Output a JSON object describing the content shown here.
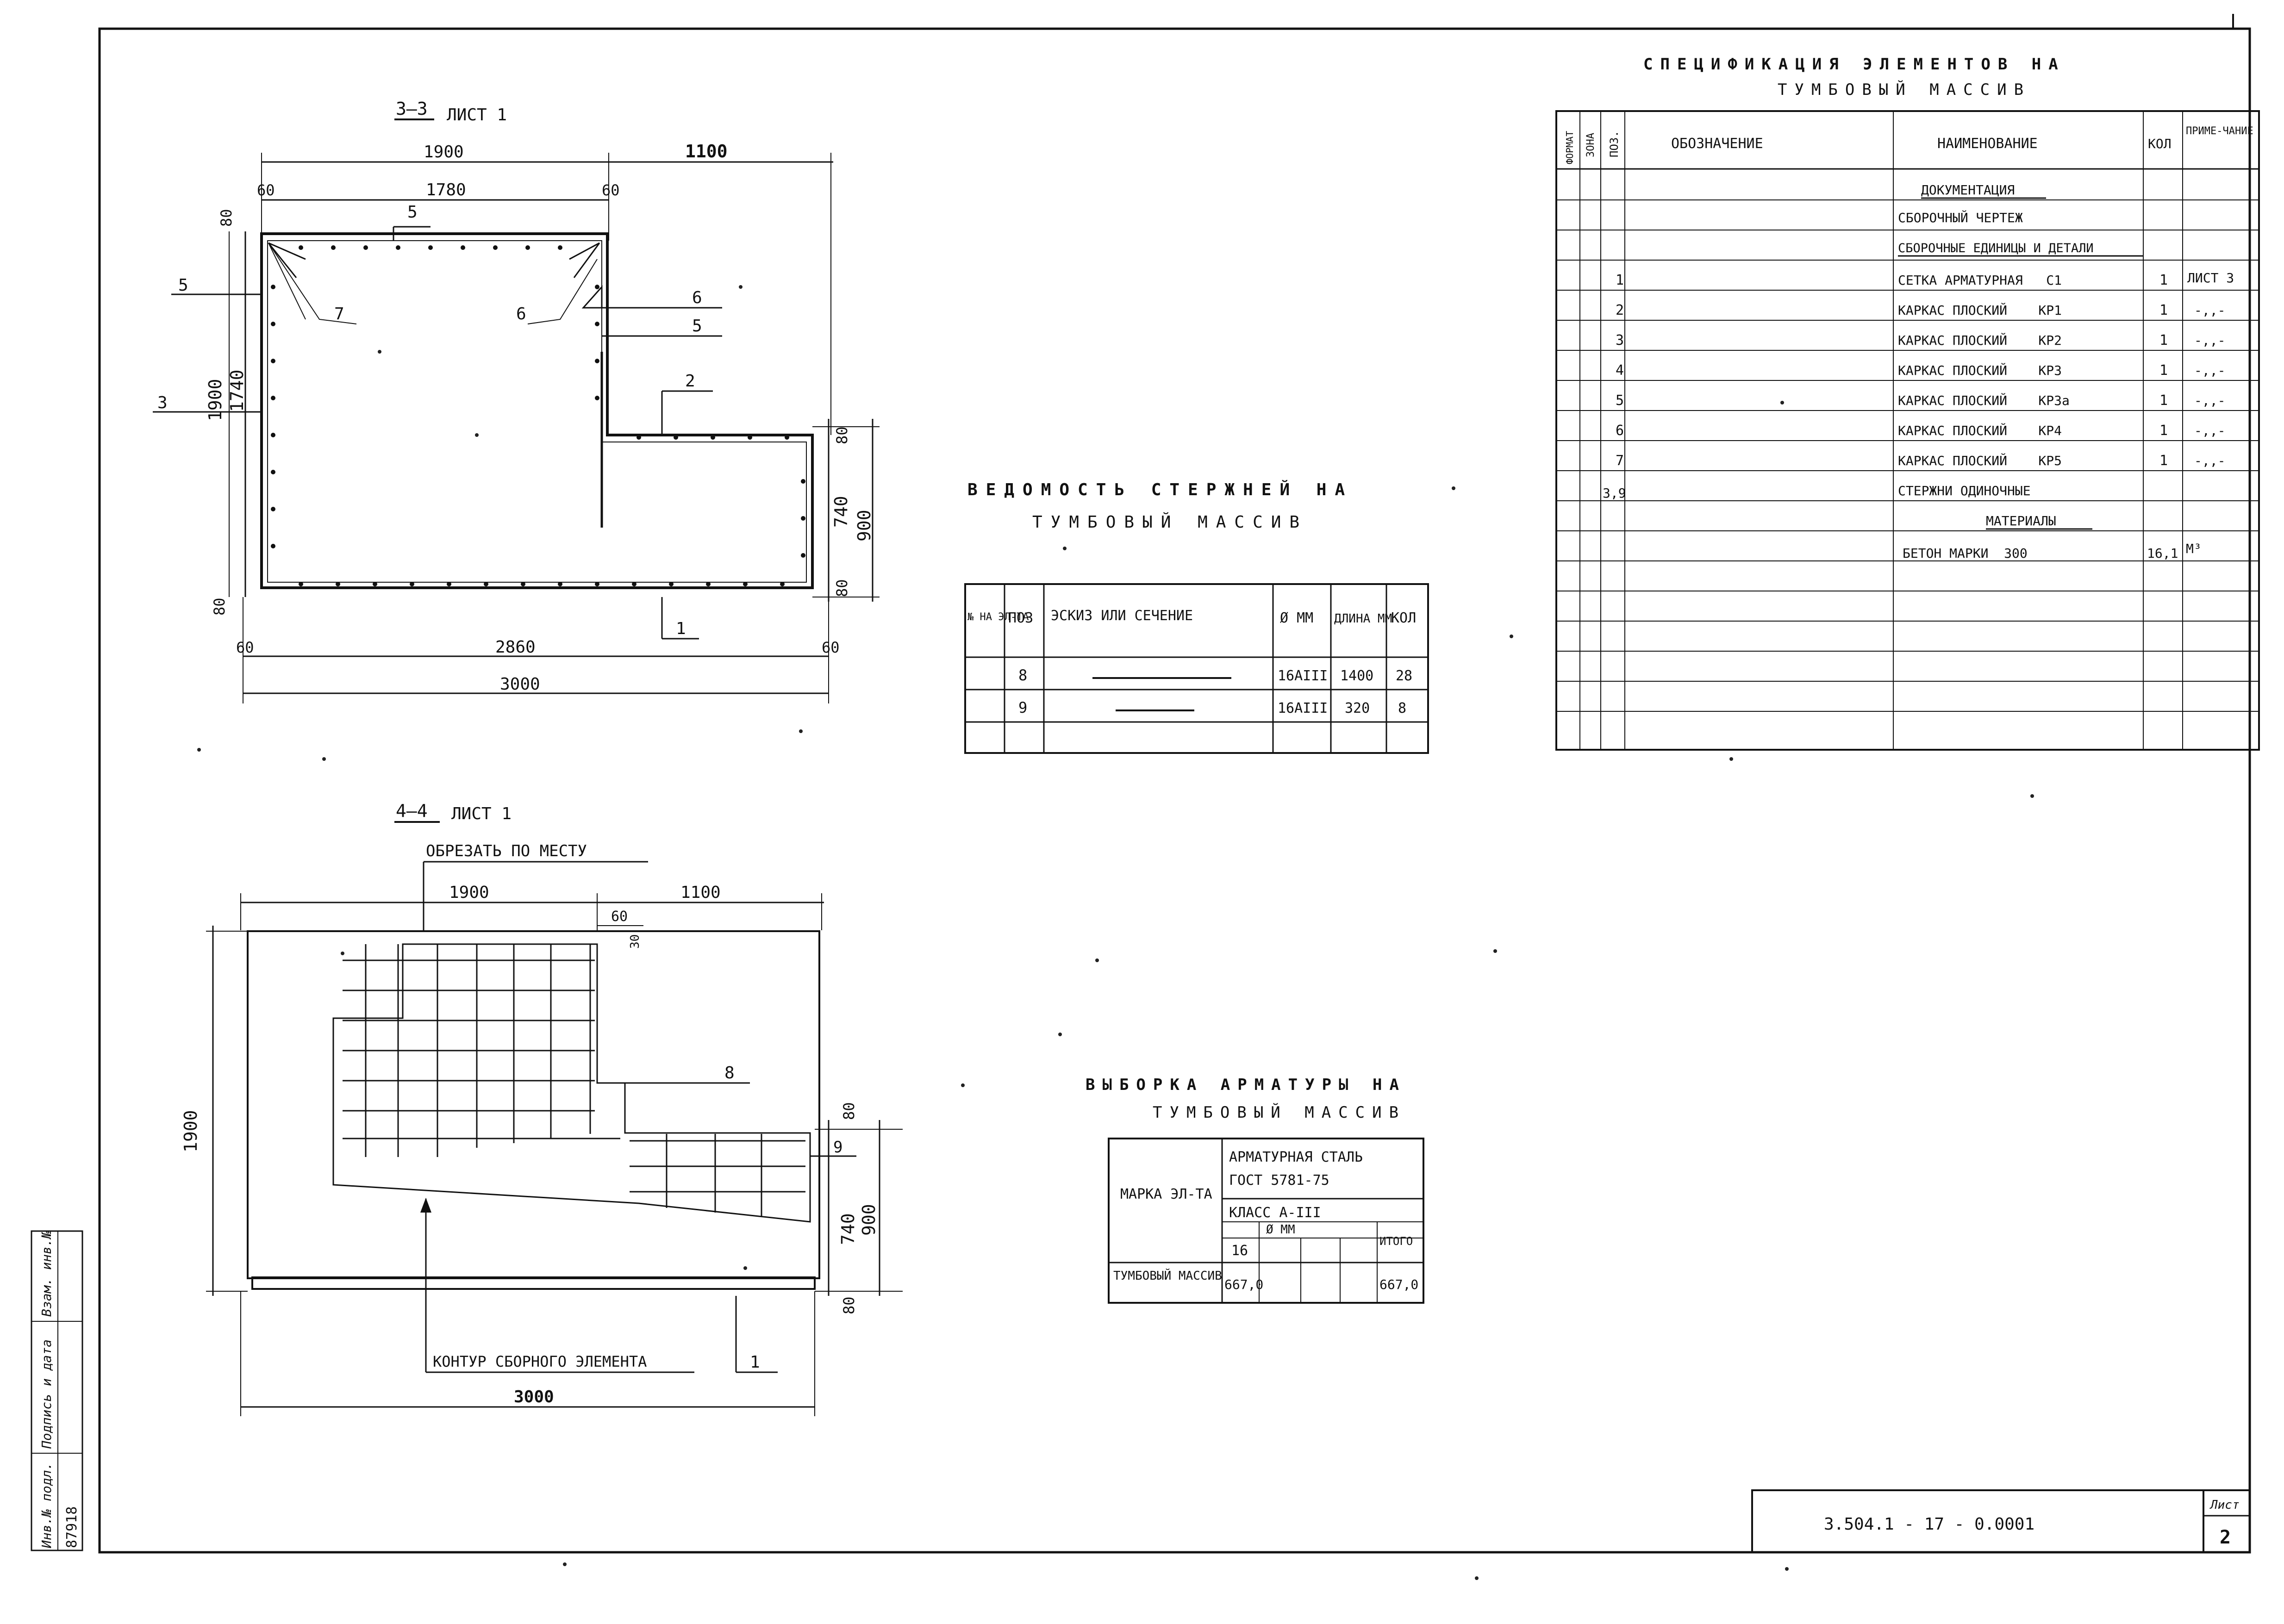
{
  "section33": {
    "label": "3–3",
    "sheet_ref": "ЛИСТ 1",
    "dims": {
      "total_left": "1900",
      "total_right": "1100",
      "inner": "1780",
      "edge_a": "60",
      "edge_b": "60",
      "top_80": "80",
      "height_outer": "1900",
      "height_inner": "1740",
      "right_80_top": "80",
      "right_740": "740",
      "right_900": "900",
      "right_80_bot": "80",
      "bottom_80": "80",
      "bottom_60_left": "60",
      "bottom_inner": "2860",
      "bottom_60_right": "60",
      "bottom_total": "3000"
    },
    "callouts": [
      "5",
      "5",
      "3",
      "7",
      "6",
      "6",
      "5",
      "2",
      "1"
    ]
  },
  "section44": {
    "label": "4–4",
    "sheet_ref": "ЛИСТ 1",
    "note_top": "ОБРЕЗАТЬ ПО МЕСТУ",
    "note_bottom": "КОНТУР СБОРНОГО ЭЛЕМЕНТА",
    "dims": {
      "top_left": "1900",
      "top_right": "1100",
      "small_60": "60",
      "small_30": "30",
      "left_height": "1900",
      "r80_top": "80",
      "r740": "740",
      "r900": "900",
      "r80_bot": "80",
      "bottom_total": "3000"
    },
    "callouts": [
      "8",
      "9",
      "1"
    ]
  },
  "rods": {
    "title_line1": "ВЕДОМОСТЬ  СТЕРЖНЕЙ  НА",
    "title_line2": "ТУМБОВЫЙ  МАССИВ",
    "headers": [
      "№ НА ЭЛ-ТА",
      "ПОЗ",
      "ЭСКИЗ ИЛИ СЕЧЕНИЕ",
      "Ø ММ",
      "ДЛИНА ММ",
      "КОЛ"
    ],
    "rows": [
      {
        "poz": "8",
        "dia": "16AIII",
        "len": "1400",
        "qty": "28"
      },
      {
        "poz": "9",
        "dia": "16AIII",
        "len": "320",
        "qty": "8"
      }
    ]
  },
  "rebar": {
    "title_line1": "ВЫБОРКА  АРМАТУРЫ  НА",
    "title_line2": "ТУМБОВЫЙ  МАССИВ",
    "mark_header": "МАРКА ЭЛ-ТА",
    "steel_line1": "АРМАТУРНАЯ СТАЛЬ",
    "steel_line2": "ГОСТ  5781-75",
    "class": "КЛАСС  А-III",
    "dia_header": "Ø  ММ",
    "dia": "16",
    "total_header": "ИТОГО",
    "row_name": "ТУМБОВЫЙ МАССИВ",
    "row_value": "667,0",
    "row_total": "667,0"
  },
  "spec": {
    "title_line1": "СПЕЦИФИКАЦИЯ  ЭЛЕМЕНТОВ  НА",
    "title_line2": "ТУМБОВЫЙ  МАССИВ",
    "headers": [
      "ФОРМАТ",
      "ЗОНА",
      "ПОЗ.",
      "ОБОЗНАЧЕНИЕ",
      "НАИМЕНОВАНИЕ",
      "КОЛ",
      "ПРИМЕ-ЧАНИЕ"
    ],
    "rows": [
      {
        "poz": "",
        "name": "ДОКУМЕНТАЦИЯ",
        "qty": "",
        "note": ""
      },
      {
        "poz": "",
        "name": "СБОРОЧНЫЙ ЧЕРТЕЖ",
        "qty": "",
        "note": ""
      },
      {
        "poz": "",
        "name": "СБОРОЧНЫЕ ЕДИНИЦЫ И ДЕТАЛИ",
        "qty": "",
        "note": ""
      },
      {
        "poz": "1",
        "name": "СЕТКА АРМАТУРНАЯ   С1",
        "qty": "1",
        "note": "ЛИСТ 3"
      },
      {
        "poz": "2",
        "name": "КАРКАС ПЛОСКИЙ    КР1",
        "qty": "1",
        "note": "-,,-"
      },
      {
        "poz": "3",
        "name": "КАРКАС ПЛОСКИЙ    КР2",
        "qty": "1",
        "note": "-,,-"
      },
      {
        "poz": "4",
        "name": "КАРКАС ПЛОСКИЙ    КР3",
        "qty": "1",
        "note": "-,,-"
      },
      {
        "poz": "5",
        "name": "КАРКАС ПЛОСКИЙ    КР3а",
        "qty": "1",
        "note": "-,,-"
      },
      {
        "poz": "6",
        "name": "КАРКАС ПЛОСКИЙ    КР4",
        "qty": "1",
        "note": "-,,-"
      },
      {
        "poz": "7",
        "name": "КАРКАС ПЛОСКИЙ    КР5",
        "qty": "1",
        "note": "-,,-"
      },
      {
        "poz": "3,9",
        "name": "СТЕРЖНИ ОДИНОЧНЫЕ",
        "qty": "",
        "note": ""
      },
      {
        "poz": "",
        "name": "МАТЕРИАЛЫ",
        "qty": "",
        "note": ""
      },
      {
        "poz": "",
        "name": "БЕТОН МАРКИ  300",
        "qty": "16,1",
        "note": "М³"
      }
    ]
  },
  "stamp": {
    "code": "3.504.1 - 17 - 0.0001",
    "sheet_label": "Лист",
    "sheet_no": "2"
  },
  "side_stamp": {
    "inv_label": "Инв.№ подл.",
    "sign_label": "Подпись и дата",
    "inv2_label": "Взам. инв.№",
    "inv_no": "87918"
  }
}
